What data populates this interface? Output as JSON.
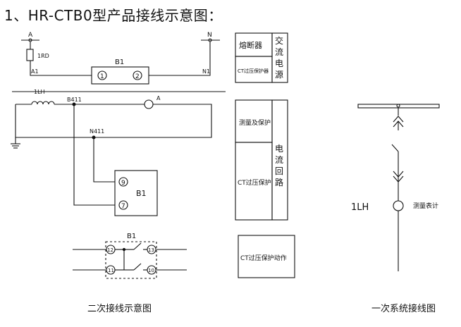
{
  "title": "1、HR-CTB0型产品接线示意图：",
  "secondary": {
    "bus_a": "A",
    "bus_n": "N",
    "fuse": "1RD",
    "a1": "A1",
    "n1": "N1",
    "b1_label": "B1",
    "terminal_1": "1",
    "terminal_2": "2",
    "ct": "1LH",
    "b411": "B411",
    "ammeter": "A",
    "n411": "N411",
    "terminal_9": "9",
    "terminal_7": "7",
    "b1_box": "B1",
    "relay_title": "B1",
    "terminal_12": "12",
    "terminal_13": "13",
    "terminal_11": "11",
    "terminal_10": "10"
  },
  "legend": {
    "fuse": "熔断器",
    "ac_power_1": "交",
    "ac_power_2": "流",
    "ac_power_3": "电",
    "ac_power_4": "源",
    "ct_overvoltage_1": "CT过压保护器",
    "measure_protect": "测量及保护",
    "ct_protect": "CT过压保护",
    "current_loop_1": "电",
    "current_loop_2": "流",
    "current_loop_3": "回",
    "current_loop_4": "路",
    "ct_action": "CT过压保护动作"
  },
  "primary": {
    "ct_label": "1LH",
    "meter_label": "测量表计"
  },
  "captions": {
    "secondary": "二次接线示意图",
    "primary": "一次系统接线图"
  }
}
